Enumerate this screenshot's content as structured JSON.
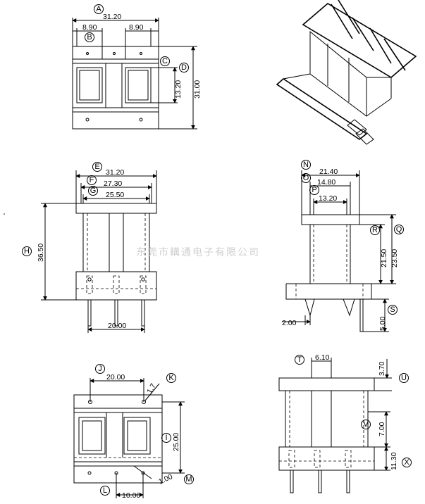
{
  "view_top": {
    "A_width": "31.20",
    "B_pitch_left": "8.90",
    "B_pitch_right": "8.90",
    "C_window": "13.20",
    "D_depth": "31.00",
    "markers": {
      "A": "A",
      "B": "B",
      "C": "C",
      "D": "D"
    }
  },
  "view_front": {
    "E_width": "31.20",
    "F_width": "27.30",
    "G_width": "25.50",
    "H_height": "36.50",
    "pin_span": "20.00",
    "markers": {
      "E": "E",
      "F": "F",
      "G": "G",
      "H": "H"
    }
  },
  "view_side": {
    "N_width": "21.40",
    "O_width": "14.80",
    "P_width": "13.20",
    "R_height": "21.50",
    "Q_height": "23.50",
    "S_pin": "5.00",
    "pin_offset": "2.00",
    "markers": {
      "N": "N",
      "O": "O",
      "P": "P",
      "Q": "Q",
      "R": "R",
      "S": "S"
    }
  },
  "view_bottom": {
    "J_span": "20.00",
    "K_hole": "1.7",
    "I_length": "25.00",
    "L_span": "10.00",
    "M_pin": "1.00",
    "markers": {
      "I": "I",
      "J": "J",
      "K": "K",
      "L": "L",
      "M": "M"
    }
  },
  "view_side2": {
    "T_width": "6.10",
    "U_flange": "3.70",
    "V_height": "7.00",
    "X_base": "11.30",
    "markers": {
      "T": "T",
      "U": "U",
      "V": "V",
      "X": "X"
    }
  },
  "watermark": "东莞市耩通电子有限公司"
}
